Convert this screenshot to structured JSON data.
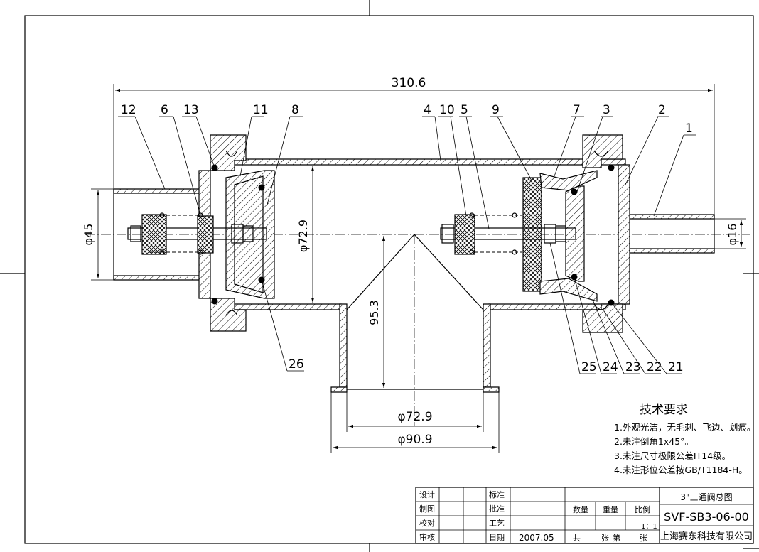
{
  "dimensions": {
    "overall_length": "310.6",
    "pipe_diameter": "φ72.9",
    "branch_height": "95.3",
    "branch_inner": "φ72.9",
    "branch_outer": "φ90.9",
    "left_port": "φ45",
    "right_port": "φ16"
  },
  "part_numbers": {
    "top": [
      "12",
      "6",
      "13",
      "11",
      "8",
      "4",
      "10",
      "5",
      "9",
      "7",
      "3",
      "2",
      "1"
    ],
    "bottom": [
      "26",
      "25",
      "24",
      "23",
      "22",
      "21"
    ]
  },
  "tech_requirements": {
    "title": "技术要求",
    "items": [
      "1.外观光洁，无毛刺、飞边、划痕。",
      "2.未注倒角1x45°。",
      "3.未注尺寸极限公差IT14级。",
      "4.未注形位公差按GB/T1184-H。"
    ]
  },
  "title_block": {
    "rows": [
      {
        "role": "设计",
        "label": "标准"
      },
      {
        "role": "制图",
        "label": "批准"
      },
      {
        "role": "校对",
        "label": "工艺"
      },
      {
        "role": "审核",
        "label": "日期",
        "value": "2007.05"
      }
    ],
    "qty_label": "数量",
    "weight_label": "重量",
    "scale_label": "比例",
    "scale_value": "1：1",
    "sheet_total": "共",
    "sheet_unit": "张",
    "sheet_no": "第",
    "sheet_unit2": "张",
    "drawing_name": "3\"三通阀总图",
    "drawing_number": "SVF-SB3-06-00",
    "company": "上海赛东科技有限公司"
  }
}
